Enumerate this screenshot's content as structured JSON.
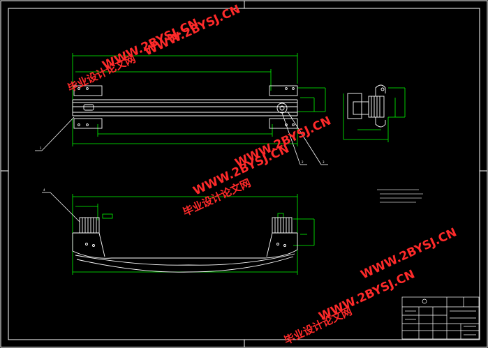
{
  "watermark": {
    "url": "WWW.2BYSJ.CN",
    "cn": "毕业设计论文网"
  },
  "balloons": [
    "1",
    "2",
    "3",
    "4"
  ],
  "colors": {
    "background": "#000000",
    "lines": "#ffffff",
    "dimensions": "#00ff00",
    "watermark": "#ff2a2a"
  }
}
